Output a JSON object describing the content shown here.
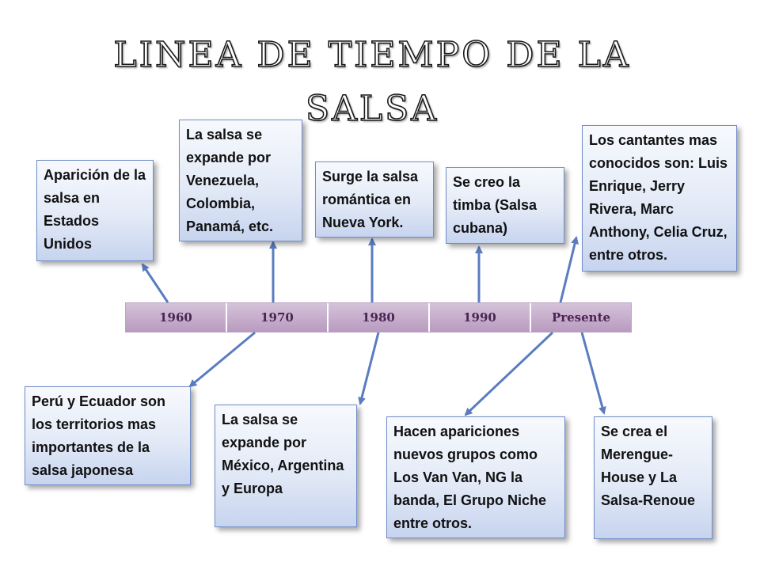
{
  "title": {
    "line1": "LINEA DE TIEMPO DE LA",
    "line2": "SALSA"
  },
  "timeline": {
    "labels": [
      "1960",
      "1970",
      "1980",
      "1990",
      "Presente"
    ]
  },
  "events_above": [
    "Aparición de la salsa en Estados Unidos",
    "La salsa se expande por Venezuela, Colombia, Panamá, etc.",
    "Surge la salsa romántica en Nueva York.",
    "Se creo la timba (Salsa cubana)",
    "Los cantantes mas conocidos son: Luis Enrique, Jerry Rivera, Marc Anthony, Celia Cruz, entre otros."
  ],
  "events_below": [
    "Perú y Ecuador son los territorios mas importantes de la salsa japonesa",
    "La salsa se expande por México, Argentina y Europa",
    "Hacen apariciones nuevos grupos como Los Van Van, NG la banda, El Grupo Niche entre otros.",
    "Se crea el Merengue-House y La Salsa-Renoue"
  ],
  "colors": {
    "box_border": "#6f8dc8",
    "arrow": "#5b7cc0",
    "timeline_fill": "#c5aecb",
    "timeline_text": "#4a2452"
  }
}
